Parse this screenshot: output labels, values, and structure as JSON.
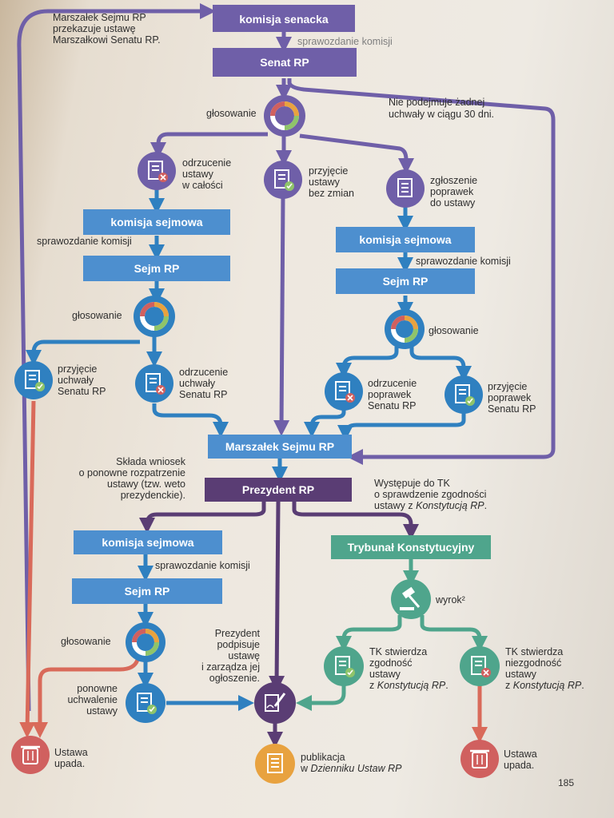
{
  "colors": {
    "purple": "#6f5fa8",
    "blue": "#2f80c0",
    "blue_box": "#4d8fcf",
    "dark_purple": "#5a3d74",
    "green": "#4fa58c",
    "red": "#d0605f",
    "orange": "#e8a23f",
    "arrow_red": "#d96a5a"
  },
  "senate": {
    "transfer_note": [
      "Marszałek Sejmu RP",
      "przekazuje ustawę",
      "Marszałkowi Senatu RP."
    ],
    "committee": "komisja senacka",
    "report": "sprawozdanie komisji",
    "senate": "Senat RP",
    "no_resolution": [
      "Nie podejmuje żadnej",
      "uchwały w ciągu 30 dni."
    ],
    "vote": "głosowanie",
    "reject_all": [
      "odrzucenie",
      "ustawy",
      "w całości"
    ],
    "accept_unchanged": [
      "przyjęcie",
      "ustawy",
      "bez zmian"
    ],
    "amendments": [
      "zgłoszenie",
      "poprawek",
      "do ustawy"
    ]
  },
  "left_branch": {
    "committee": "komisja sejmowa",
    "report": "sprawozdanie komisji",
    "sejm": "Sejm RP",
    "vote": "głosowanie",
    "accept_resolution": [
      "przyjęcie",
      "uchwały",
      "Senatu RP"
    ],
    "reject_resolution": [
      "odrzucenie",
      "uchwały",
      "Senatu RP"
    ]
  },
  "right_branch": {
    "committee": "komisja sejmowa",
    "report": "sprawozdanie komisji",
    "sejm": "Sejm RP",
    "vote": "głosowanie",
    "reject_amendments": [
      "odrzucenie",
      "poprawek",
      "Senatu RP"
    ],
    "accept_amendments": [
      "przyjęcie",
      "poprawek",
      "Senatu RP"
    ]
  },
  "marshal": "Marszałek Sejmu RP",
  "president": {
    "box": "Prezydent RP",
    "veto_note": [
      "Składa wniosek",
      "o ponowne rozpatrzenie",
      "ustawy (tzw. weto",
      "prezydenckie)."
    ],
    "tk_note": [
      "Występuje do TK",
      "o sprawdzenie zgodności",
      "ustawy z "
    ],
    "tk_note_italic": "Konstytucją RP",
    "signs_note": [
      "Prezydent",
      "podpisuje",
      "ustawę",
      "i zarządza jej",
      "ogłoszenie."
    ]
  },
  "veto_branch": {
    "committee": "komisja sejmowa",
    "report": "sprawozdanie komisji",
    "sejm": "Sejm RP",
    "vote": "głosowanie",
    "repass": [
      "ponowne",
      "uchwalenie",
      "ustawy"
    ],
    "falls": [
      "Ustawa",
      "upada."
    ]
  },
  "tribunal": {
    "box": "Trybunał Konstytucyjny",
    "verdict": "wyrok²",
    "compliant": [
      "TK stwierdza",
      "zgodność",
      "ustawy",
      "z "
    ],
    "noncompliant": [
      "TK stwierdza",
      "niezgodność",
      "ustawy",
      "z "
    ],
    "constitution_italic": "Konstytucją RP",
    "falls": [
      "Ustawa",
      "upada."
    ]
  },
  "publication": {
    "line1": "publikacja",
    "line2_prefix": "w ",
    "line2_italic": "Dzienniku Ustaw RP"
  },
  "page_number": "185"
}
